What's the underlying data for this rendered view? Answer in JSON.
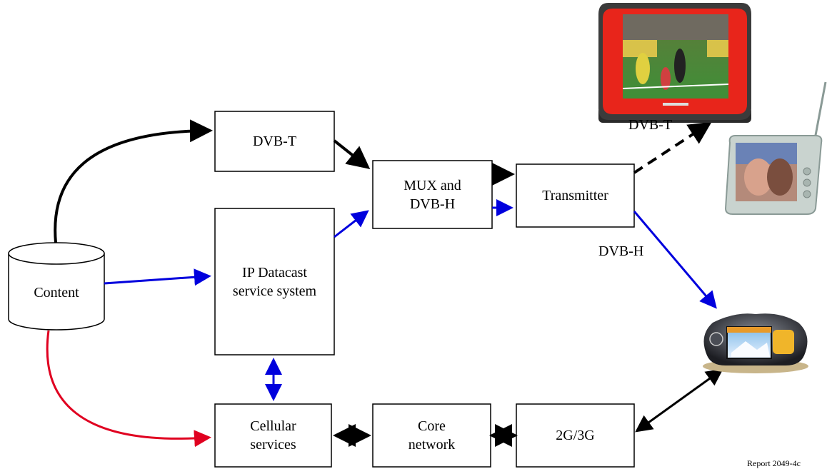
{
  "boxes": {
    "content": "Content",
    "dvbt": "DVB-T",
    "mux": "MUX and\nDVB-H",
    "transmitter": "Transmitter",
    "ipdc": "IP Datacast\nservice system",
    "cellular": "Cellular\nservices",
    "core": "Core\nnetwork",
    "gsm": "2G/3G"
  },
  "labels": {
    "dvbt_out": "DVB-T",
    "dvbh_out": "DVB-H",
    "report": "Report 2049-4c"
  },
  "colors": {
    "broadcast": "#000000",
    "ip": "#0000dd",
    "cellular": "#e00020",
    "tv_bezel": "#e8251b"
  },
  "icons": [
    "tv-receiver-icon",
    "handheld-tv-icon",
    "mobile-phone-icon"
  ]
}
